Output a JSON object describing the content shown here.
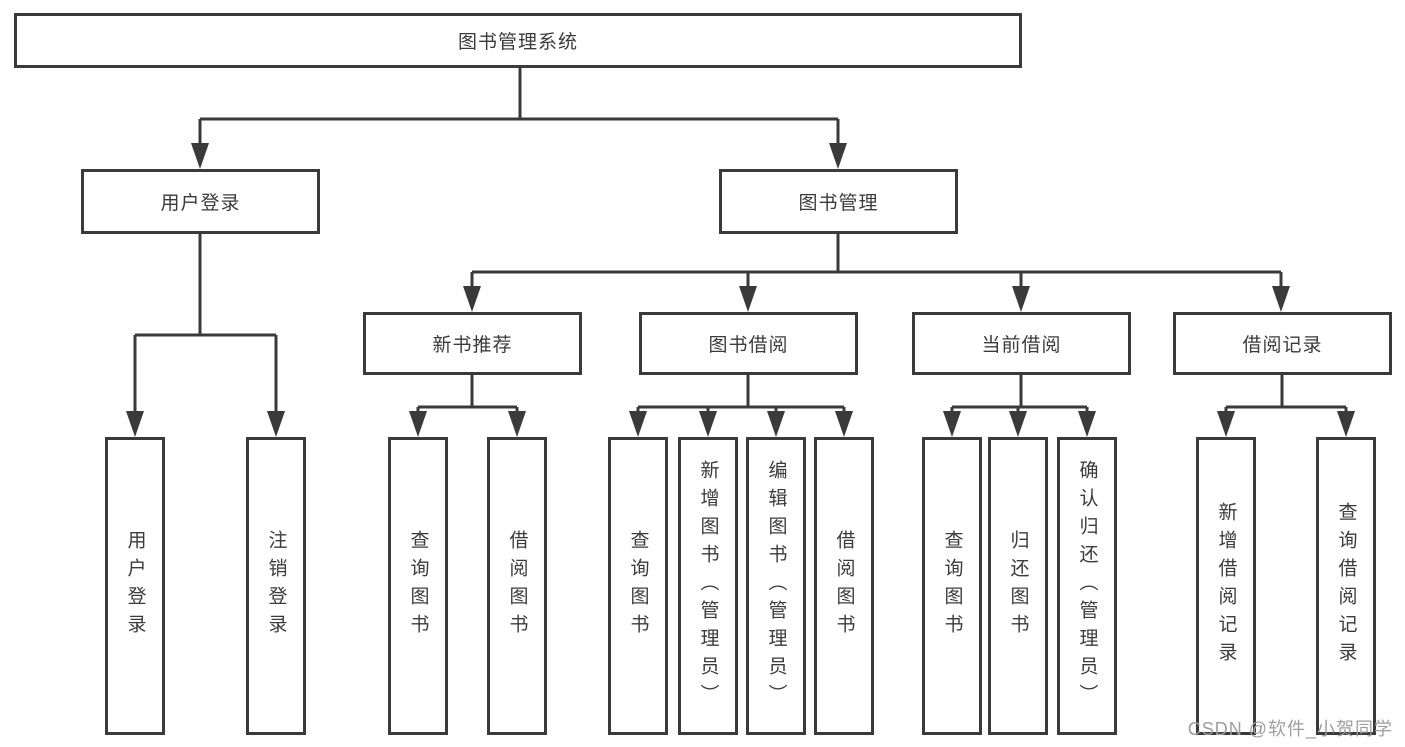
{
  "diagram": {
    "root": {
      "label": "图书管理系统"
    },
    "branches": [
      {
        "label": "用户登录",
        "children": [
          {
            "label": "用户登录"
          },
          {
            "label": "注销登录"
          }
        ]
      },
      {
        "label": "图书管理",
        "children": [
          {
            "label": "新书推荐",
            "children": [
              {
                "label": "查询图书"
              },
              {
                "label": "借阅图书"
              }
            ]
          },
          {
            "label": "图书借阅",
            "children": [
              {
                "label": "查询图书"
              },
              {
                "label": "新增图书（管理员）"
              },
              {
                "label": "编辑图书（管理员）"
              },
              {
                "label": "借阅图书"
              }
            ]
          },
          {
            "label": "当前借阅",
            "children": [
              {
                "label": "查询图书"
              },
              {
                "label": "归还图书"
              },
              {
                "label": "确认归还（管理员）"
              }
            ]
          },
          {
            "label": "借阅记录",
            "children": [
              {
                "label": "新增借阅记录"
              },
              {
                "label": "查询借阅记录"
              }
            ]
          }
        ]
      }
    ]
  },
  "watermark": {
    "text": "CSDN @软件_小贺同学"
  },
  "colors": {
    "line": "#3a3a3a",
    "box_border": "#3a3a3a",
    "text": "#3b3b3b",
    "watermark": "#9e9e9e",
    "background": "#ffffff"
  }
}
